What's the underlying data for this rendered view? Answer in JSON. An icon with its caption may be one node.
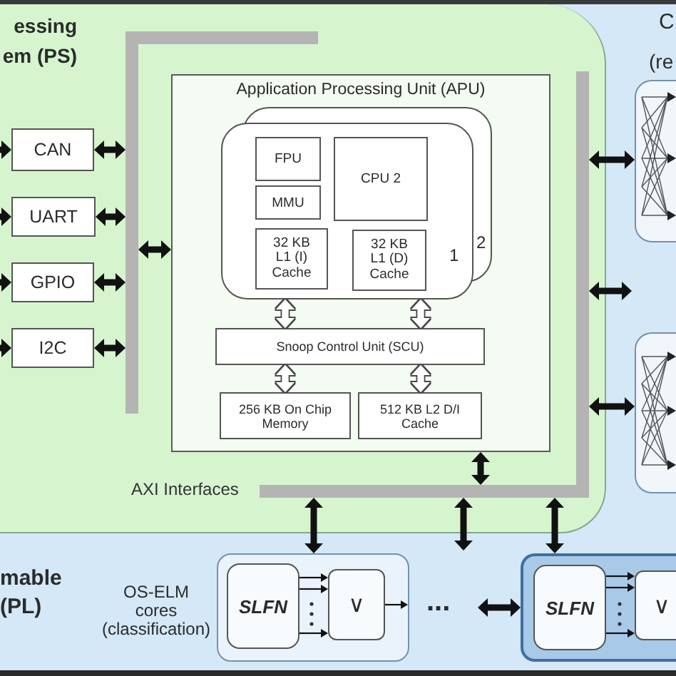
{
  "diagram": {
    "nodes": [
      {
        "text": [
          "essing em (PS)"
        ]
      },
      {
        "text": [],
        "shape": "bar",
        "in": 0
      },
      {
        "text": [],
        "shape": "bar",
        "in": 0
      },
      {
        "text": [
          "CAN"
        ],
        "in": 0
      },
      {
        "text": [
          "UART"
        ],
        "in": 0
      },
      {
        "text": [
          "GPIO"
        ],
        "in": 0
      },
      {
        "text": [
          "I2C"
        ],
        "in": 0
      },
      {
        "text": [
          "Application Processing Unit (APU)"
        ],
        "in": 0
      },
      {
        "text": [
          "1",
          "2"
        ],
        "in": 7
      },
      {
        "text": [
          "FPU"
        ],
        "in": 8
      },
      {
        "text": [
          "CPU 2"
        ],
        "in": 8
      },
      {
        "text": [
          "MMU"
        ],
        "in": 8
      },
      {
        "text": [
          "32 KB L1 (I) Cache"
        ],
        "in": 8
      },
      {
        "text": [
          "32 KB L1 (D) Cache"
        ],
        "in": 8
      },
      {
        "text": [
          "Snoop Control Unit (SCU)"
        ],
        "in": 7
      },
      {
        "text": [
          "256 KB On Chip Memory"
        ],
        "in": 7
      },
      {
        "text": [
          "512 KB L2 D/I Cache"
        ],
        "in": 7
      },
      {
        "text": [],
        "shape": "bar",
        "in": 0
      },
      {
        "text": [],
        "shape": "bar",
        "in": 0,
        "beside": [
          "AXI Interfaces"
        ]
      },
      {
        "text": [],
        "shape": "picture"
      },
      {
        "text": [],
        "shape": "picture"
      },
      {
        "text": [],
        "shape": "box"
      },
      {
        "text": [
          "SLFN"
        ],
        "in": 21
      },
      {
        "text": [
          "∨"
        ],
        "in": 21
      },
      {
        "text": [],
        "shape": "box"
      },
      {
        "text": [
          "SLFN"
        ],
        "in": 24
      },
      {
        "text": [
          "∨"
        ],
        "in": 24
      }
    ],
    "edges": [
      {
        "from": null,
        "to": 3,
        "arrow": "to"
      },
      {
        "from": null,
        "to": 4,
        "arrow": "to"
      },
      {
        "from": null,
        "to": 5,
        "arrow": "to"
      },
      {
        "from": null,
        "to": 6,
        "arrow": "to"
      },
      {
        "from": 3,
        "to": 1,
        "arrow": "both"
      },
      {
        "from": 4,
        "to": 1,
        "arrow": "both"
      },
      {
        "from": 5,
        "to": 1,
        "arrow": "both"
      },
      {
        "from": 6,
        "to": 1,
        "arrow": "both"
      },
      {
        "from": 1,
        "to": 7,
        "arrow": "both"
      },
      {
        "from": 8,
        "to": 14,
        "arrow": "both",
        "color": "#ffffff"
      },
      {
        "from": 8,
        "to": 14,
        "arrow": "both",
        "color": "#ffffff"
      },
      {
        "from": 14,
        "to": 15,
        "arrow": "both",
        "color": "#ffffff"
      },
      {
        "from": 14,
        "to": 16,
        "arrow": "both",
        "color": "#ffffff"
      },
      {
        "from": 7,
        "to": 18,
        "arrow": "both"
      },
      {
        "from": 17,
        "to": 19,
        "arrow": "both"
      },
      {
        "from": 17,
        "to": null,
        "arrow": "both"
      },
      {
        "from": 17,
        "to": 20,
        "arrow": "both"
      },
      {
        "from": 18,
        "to": 21,
        "arrow": "both"
      },
      {
        "from": 18,
        "to": null,
        "arrow": "both"
      },
      {
        "from": 18,
        "to": 24,
        "arrow": "both"
      },
      {
        "from": null,
        "to": 24,
        "arrow": "both"
      },
      {
        "from": 22,
        "to": 23,
        "arrow": "to"
      },
      {
        "from": 22,
        "to": 23,
        "arrow": "to"
      },
      {
        "from": 22,
        "to": 23,
        "arrow": "to"
      },
      {
        "from": 23,
        "to": 21,
        "arrow": "to"
      },
      {
        "from": 25,
        "to": 26,
        "arrow": "to"
      },
      {
        "from": 25,
        "to": 26,
        "arrow": "to"
      },
      {
        "from": 25,
        "to": 26,
        "arrow": "to"
      }
    ],
    "labels": [
      "C",
      "(re",
      "mable (PL)",
      "OS-ELM cores (classification)",
      "..."
    ]
  }
}
